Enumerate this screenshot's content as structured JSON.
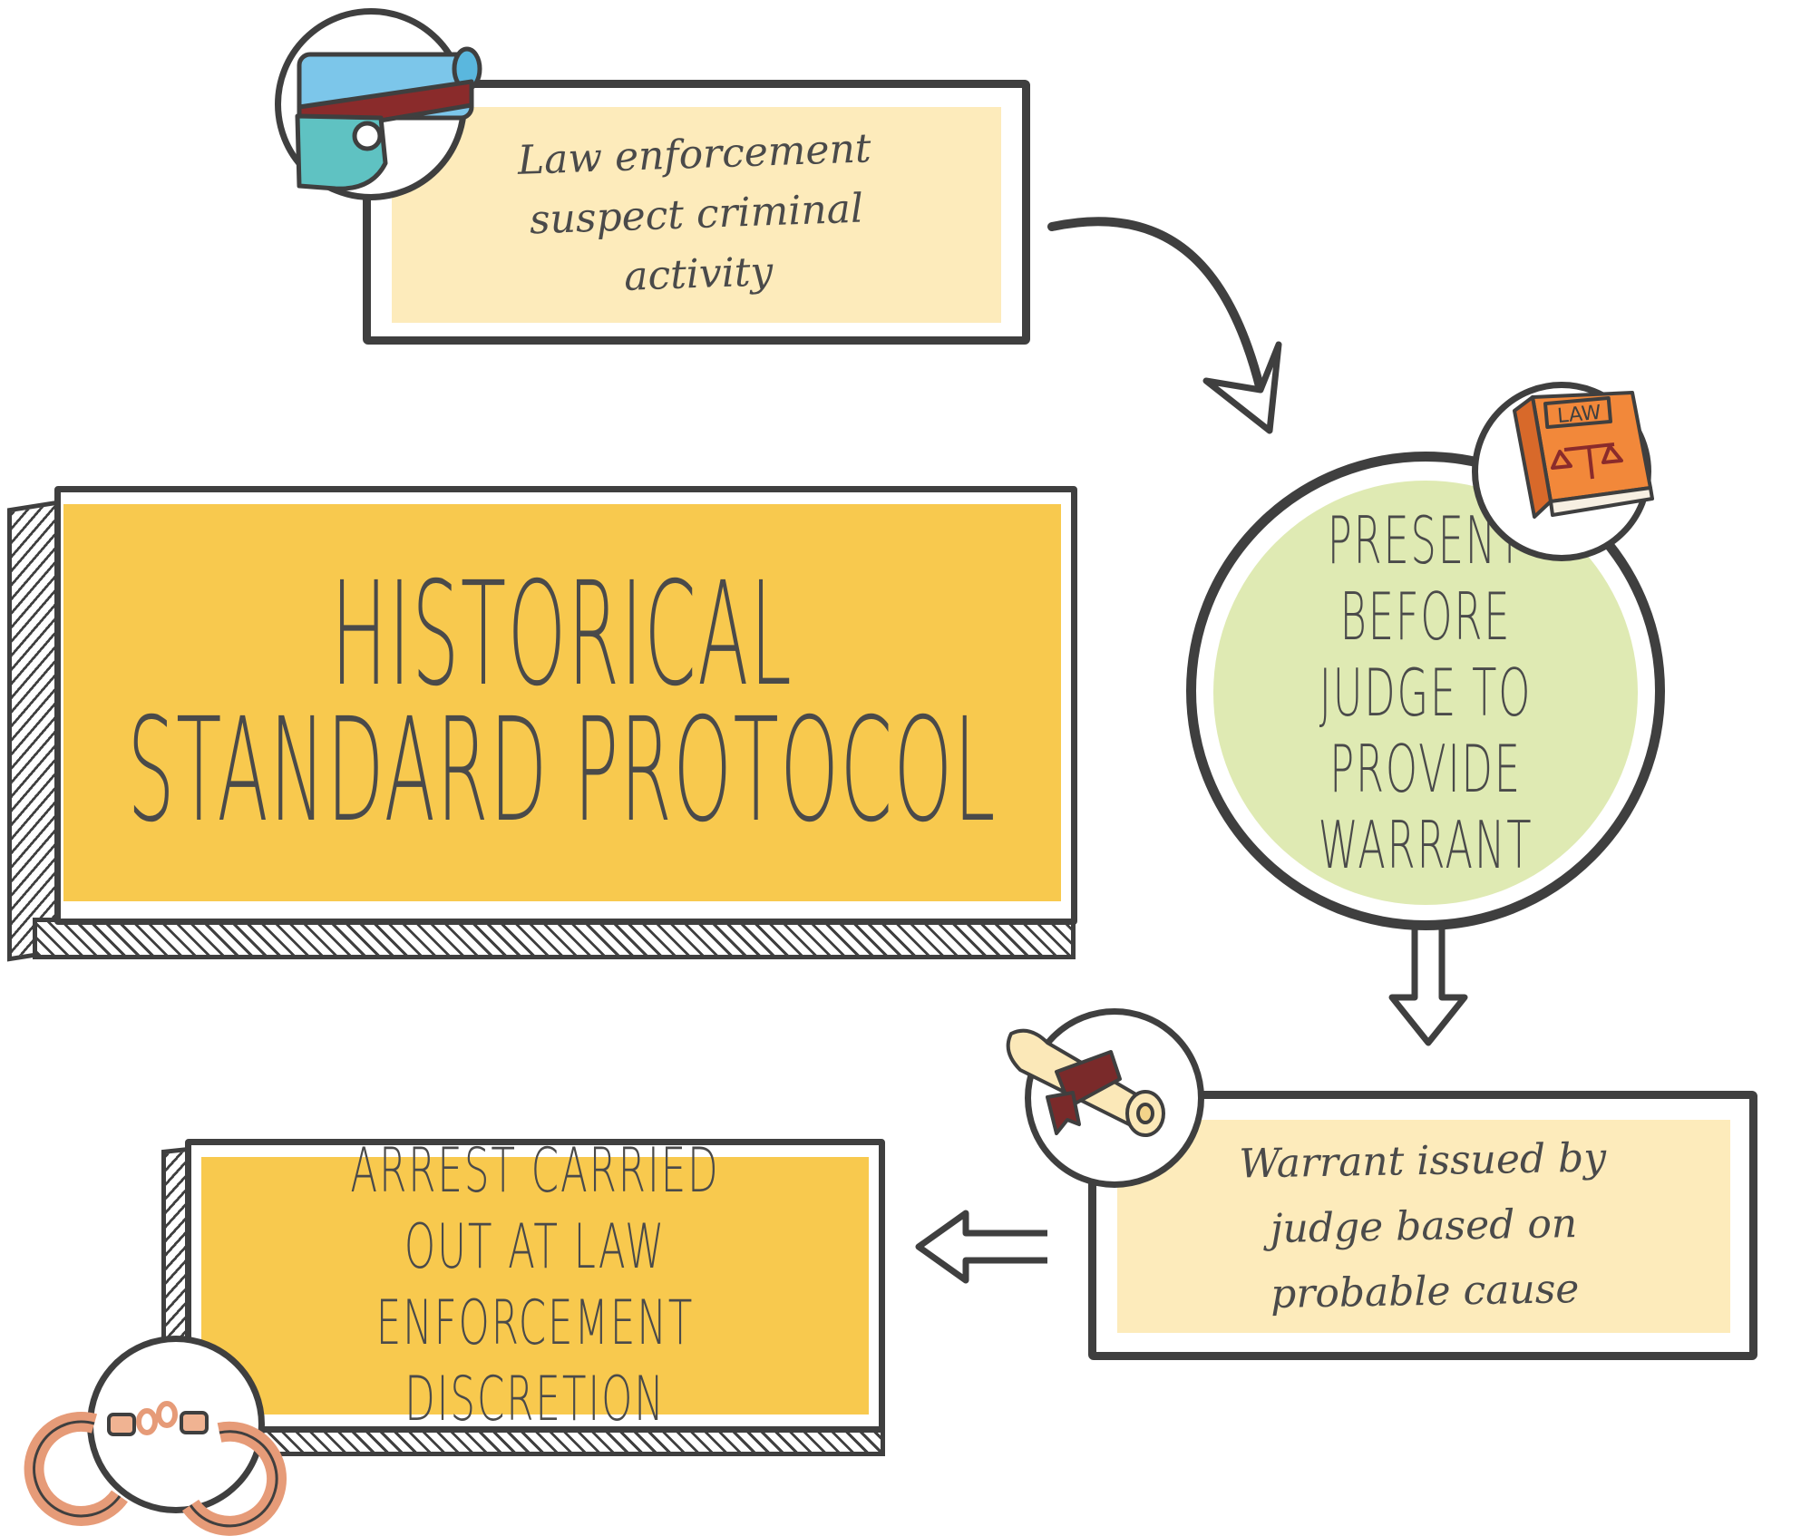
{
  "title": {
    "line1": "HISTORICAL",
    "line2": "STANDARD PROTOCOL"
  },
  "steps": {
    "suspect": "Law enforcement suspect criminal activity",
    "judge": "PRESENT BEFORE JUDGE TO PROVIDE WARRANT",
    "warrant": "Warrant issued by judge based on probable cause",
    "arrest": "ARREST CARRIED OUT AT LAW ENFORCEMENT DISCRETION"
  },
  "book_label": "LAW",
  "colors": {
    "outline": "#3f3f3f",
    "title_fill": "#f8c94e",
    "step_fill": "#fdebbb",
    "circle_fill": "#dfeab3",
    "text": "#4a4a4a"
  },
  "icons": {
    "suspect": "gun-icon",
    "judge": "law-book-icon",
    "warrant": "scroll-icon",
    "arrest": "handcuffs-icon"
  }
}
